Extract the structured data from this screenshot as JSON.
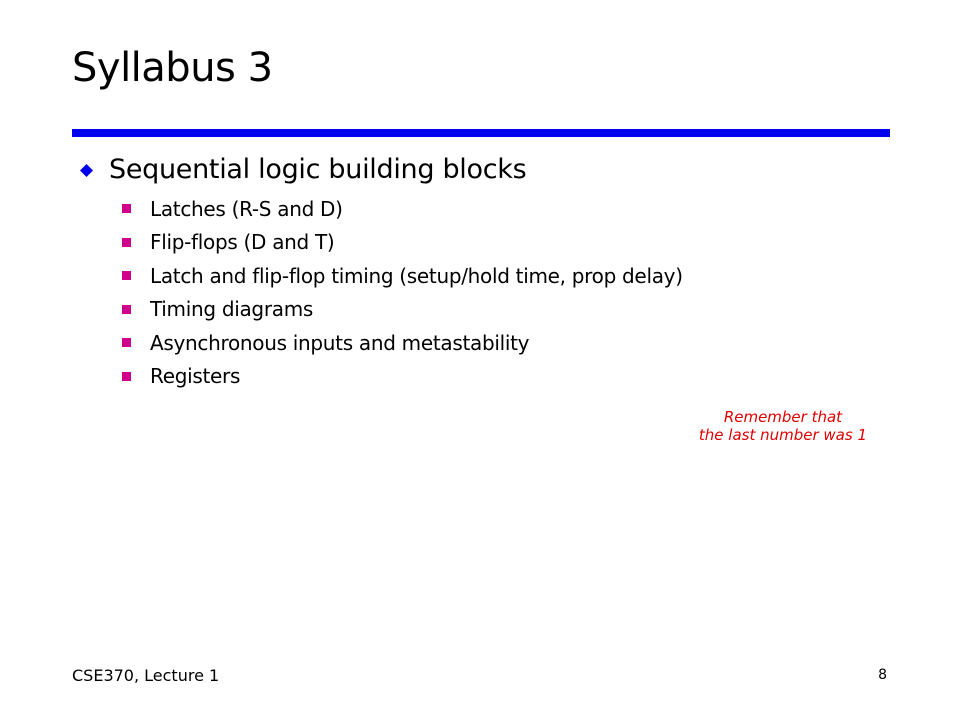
{
  "slide": {
    "title": "Syllabus 3",
    "main_bullet": "Sequential logic building blocks",
    "sub_bullets": [
      "Latches (R-S and D)",
      "Flip-flops (D and T)",
      "Latch and flip-flop timing (setup/hold time, prop delay)",
      "Timing diagrams",
      "Asynchronous inputs and metastability",
      "Registers"
    ],
    "note": {
      "line1": "Remember that",
      "line2": "the last number was 1"
    },
    "footer": {
      "course": "CSE370, Lecture 1",
      "page_number": "8"
    }
  },
  "colors": {
    "title_rule": "#0000ee",
    "diamond_bullet": "#0000ee",
    "square_bullet": "#d0008c",
    "note_text": "#e00000"
  }
}
